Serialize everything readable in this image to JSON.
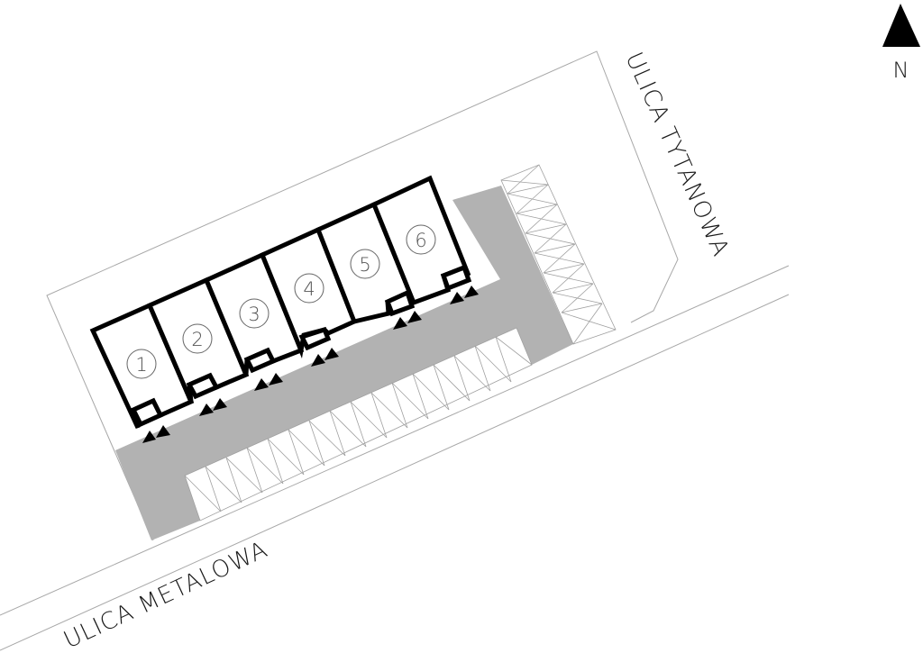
{
  "plan": {
    "type": "site-plan",
    "north_label": "N",
    "streets": [
      {
        "id": "metalowa",
        "label": "ULICA METALOWA"
      },
      {
        "id": "tytanowa",
        "label": "ULICA TYTANOWA"
      }
    ],
    "units": [
      {
        "number": "1"
      },
      {
        "number": "2"
      },
      {
        "number": "3"
      },
      {
        "number": "4"
      },
      {
        "number": "5"
      },
      {
        "number": "6"
      }
    ],
    "colors": {
      "background": "#ffffff",
      "walls": "#000000",
      "road": "#b2b2b2",
      "boundary_lines": "#a8a8a8",
      "parking_hatch": "#a0a0a0",
      "text": "#1a1a1a"
    },
    "legend_items": {
      "road": "driveway",
      "parking": "parking (hatched)",
      "entrance": "entrance markers (triangles)"
    }
  }
}
